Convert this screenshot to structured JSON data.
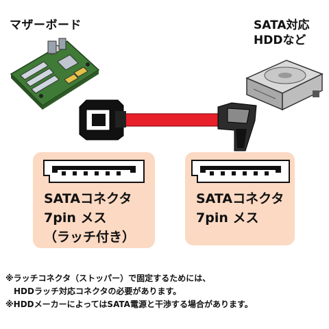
{
  "labels": {
    "motherboard": "マザーボード",
    "hdd_line1": "SATA対応",
    "hdd_line2": "HDDなど"
  },
  "left_panel": {
    "line1": "SATAコネクタ",
    "line2": "7pin  メス",
    "line3": "（ラッチ付き）"
  },
  "right_panel": {
    "line1": "SATAコネクタ",
    "line2": "7pin  メス"
  },
  "notes": {
    "line1": "※ラッチコネクタ（ストッパー）で固定するためには、",
    "line2": "HDDラッチ対応コネクタの必要があります。",
    "line3": "※HDDメーカーによってはSATA電源と干渉する場合があります。"
  },
  "colors": {
    "cable": "#e8202a",
    "panel_bg": "#fbd9c3",
    "connector_fill": "#111111"
  },
  "icons": [
    "motherboard-illustration",
    "hard-drive-illustration",
    "sata-cable-illustration"
  ]
}
